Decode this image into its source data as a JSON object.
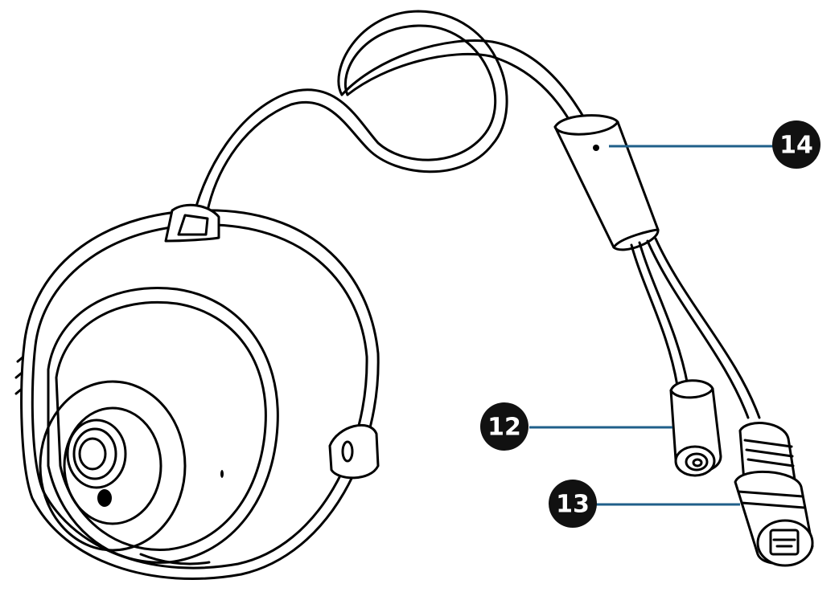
{
  "colors": {
    "outline": "#000000",
    "fill": "#ffffff",
    "leader_line": "#1f5f8a",
    "badge": "#111111",
    "badge_text": "#ffffff"
  },
  "callouts": [
    {
      "id": "callout-14",
      "label": "14",
      "target": "cable-junction-sleeve"
    },
    {
      "id": "callout-12",
      "label": "12",
      "target": "power-connector"
    },
    {
      "id": "callout-13",
      "label": "13",
      "target": "ethernet-connector"
    }
  ],
  "icons": {
    "camera": "dome-camera-illustration",
    "cable": "pigtail-cable-illustration"
  }
}
